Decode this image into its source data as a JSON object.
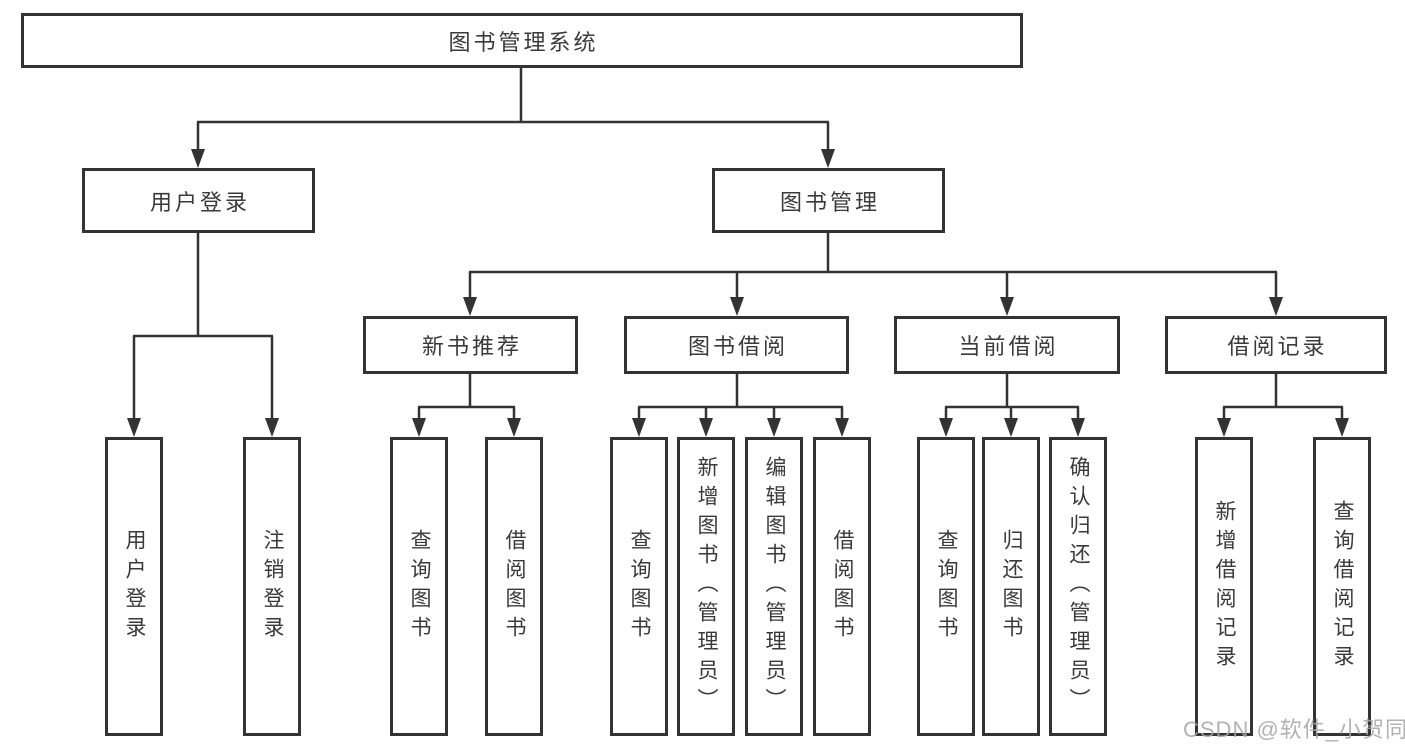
{
  "colors": {
    "line": "#333333",
    "box_border": "#333333",
    "text": "#3a3a3a",
    "watermark": "#a5a5a5",
    "background": "#ffffff"
  },
  "tree": {
    "label": "图书管理系统",
    "children": [
      {
        "label": "用户登录",
        "children": [
          {
            "label": "用户登录"
          },
          {
            "label": "注销登录"
          }
        ]
      },
      {
        "label": "图书管理",
        "children": [
          {
            "label": "新书推荐",
            "children": [
              {
                "label": "查询图书"
              },
              {
                "label": "借阅图书"
              }
            ]
          },
          {
            "label": "图书借阅",
            "children": [
              {
                "label": "查询图书"
              },
              {
                "label": "新增图书（管理员）"
              },
              {
                "label": "编辑图书（管理员）"
              },
              {
                "label": "借阅图书"
              }
            ]
          },
          {
            "label": "当前借阅",
            "children": [
              {
                "label": "查询图书"
              },
              {
                "label": "归还图书"
              },
              {
                "label": "确认归还（管理员）"
              }
            ]
          },
          {
            "label": "借阅记录",
            "children": [
              {
                "label": "新增借阅记录"
              },
              {
                "label": "查询借阅记录"
              }
            ]
          }
        ]
      }
    ]
  },
  "watermark": {
    "text": "CSDN @软件_小贺同学"
  }
}
